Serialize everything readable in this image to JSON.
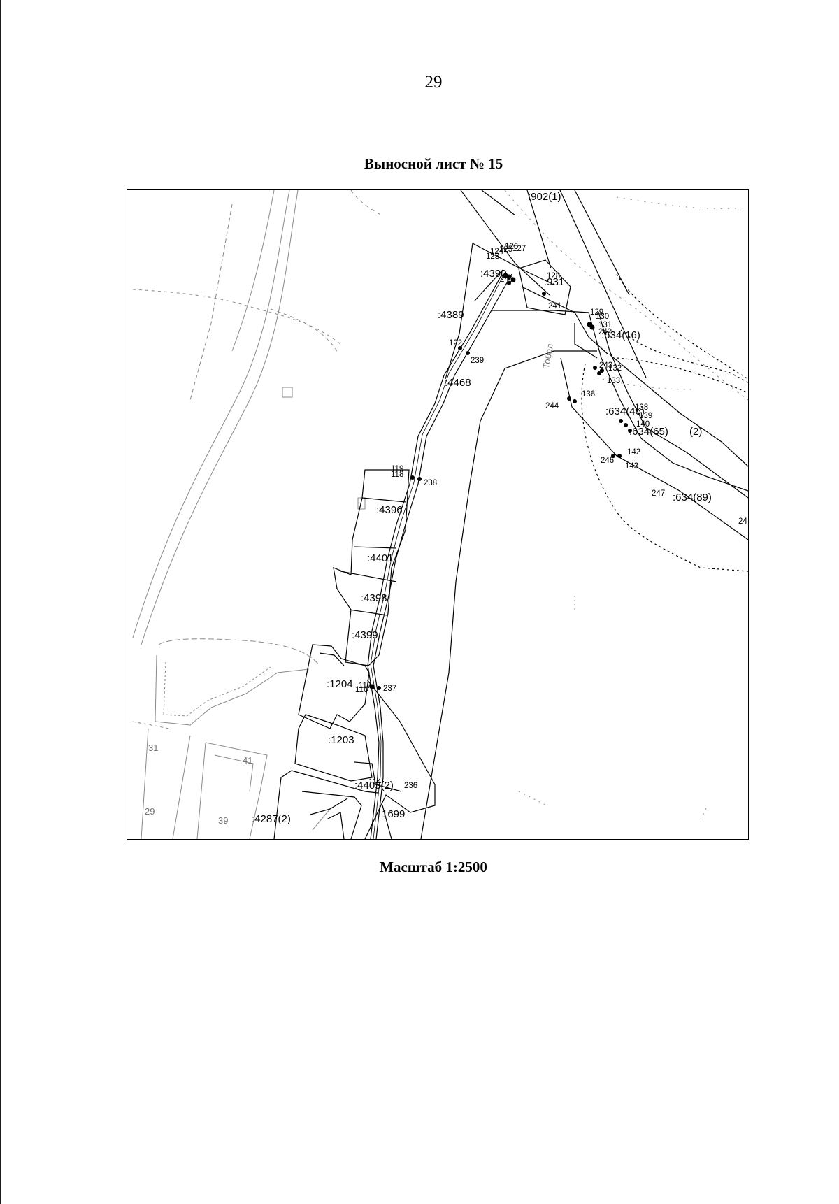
{
  "page": {
    "number": "29",
    "title": "Выносной лист № 15",
    "scale": "Масштаб 1:2500"
  },
  "map": {
    "parcels": {
      "p902": ":902(1)",
      "p4390": ":4390",
      "p931": ":931",
      "p4389": ":4389",
      "p4468": ":4468",
      "p634_16": ":634(16)",
      "p634_46": ":634(46)",
      "p634_65": ":634(65)",
      "p634_65_suffix": "(2)",
      "p634_89": ":634(89)",
      "p4396": ":4396",
      "p4401": ":4401",
      "p4398": ":4398",
      "p4399": ":4399",
      "p1204": ":1204",
      "p1203": ":1203",
      "p4403": ":4403(2)",
      "p4287": ":4287(2)",
      "p1699": "1699"
    },
    "points": {
      "p123": "123",
      "p124": "124",
      "p125": "125",
      "p126": "126",
      "p127": "127",
      "p240": "240",
      "p128": "128",
      "p241": "241",
      "p129": "129",
      "p130": "130",
      "p131": "131",
      "p242": "242",
      "p122": "122",
      "p239": "239",
      "p243": "243",
      "p132": "132",
      "p133": "133",
      "p136": "136",
      "p244": "244",
      "p138": "138",
      "p139": "139",
      "p140": "140",
      "p142": "142",
      "p246": "246",
      "p143": "143",
      "p247": "247",
      "p24x": "24",
      "p118": "118",
      "p119": "119",
      "p238": "238",
      "p116": "116",
      "p117": "117",
      "p237": "237",
      "p236": "236",
      "p114": "114"
    },
    "base_labels": {
      "river": "Тобол",
      "b31": "31",
      "b41": "41",
      "b29": "29",
      "b39": "39"
    }
  }
}
